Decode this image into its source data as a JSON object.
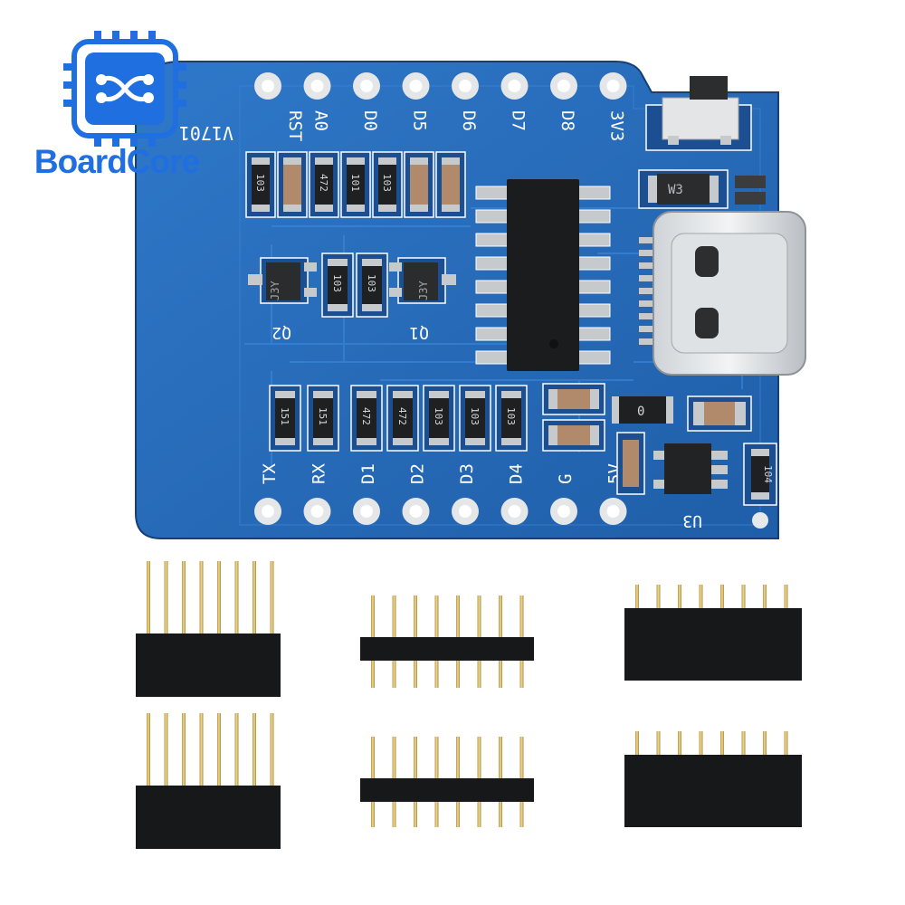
{
  "brand": {
    "name": "BoardCore",
    "logo_icon": "chip-network-icon",
    "color": "#1f6fe0"
  },
  "board": {
    "color": "#2668b8",
    "version": "V1701",
    "top_labels": [
      "RST",
      "A0",
      "D0",
      "D5",
      "D6",
      "D7",
      "D8",
      "3V3"
    ],
    "bottom_labels": [
      "TX",
      "RX",
      "D1",
      "D2",
      "D3",
      "D4",
      "G",
      "5V"
    ],
    "transistor_labels": [
      "Q2",
      "Q1"
    ],
    "transistor_markings": [
      "J3Y",
      "J3Y"
    ],
    "regulator_label": "U3",
    "diode_marking": "W3",
    "resistor_markings_top": [
      "103",
      "",
      "472",
      "101",
      "103",
      "",
      ""
    ],
    "resistor_markings_middle": [
      "103",
      "103"
    ],
    "resistor_markings_bottom": [
      "151",
      "151",
      "472",
      "472",
      "103",
      "103",
      "103"
    ],
    "resistor_marking_right": "104",
    "small_package_marking": "0",
    "connector": "usb-c-port"
  },
  "headers": {
    "long_pin_male": 2,
    "short_pin_male": 2,
    "female": 2,
    "pins_per_header": 8
  }
}
